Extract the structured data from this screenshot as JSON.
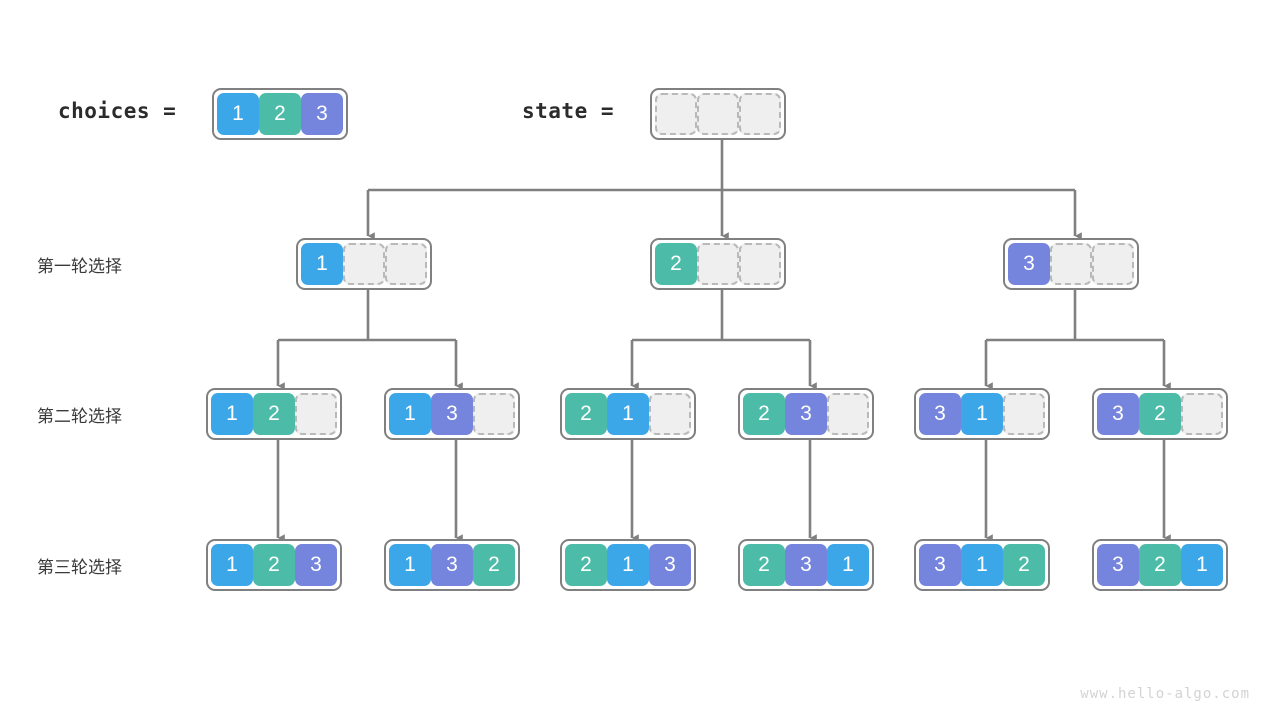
{
  "diagram": {
    "title_choices_label": "choices =",
    "title_state_label": "state =",
    "watermark": "www.hello-algo.com",
    "colors": {
      "value_1": "#3ca7e8",
      "value_2": "#4cbca8",
      "value_3": "#7584dc",
      "empty_cell_fill": "#efefef",
      "empty_cell_border": "#b9b9b9",
      "container_border": "#808080",
      "connector": "#808080",
      "background": "#ffffff",
      "text": "#3a3a3a",
      "watermark": "#d3d3d3"
    },
    "row_labels": [
      "第一轮选择",
      "第二轮选择",
      "第三轮选择"
    ],
    "choices": {
      "label": "choices =",
      "cells": [
        "1",
        "2",
        "3"
      ]
    },
    "state": {
      "label": "state =",
      "cells": [
        "",
        "",
        ""
      ]
    },
    "level1": [
      {
        "cells": [
          "1",
          "",
          ""
        ]
      },
      {
        "cells": [
          "2",
          "",
          ""
        ]
      },
      {
        "cells": [
          "3",
          "",
          ""
        ]
      }
    ],
    "level2": [
      {
        "cells": [
          "1",
          "2",
          ""
        ]
      },
      {
        "cells": [
          "1",
          "3",
          ""
        ]
      },
      {
        "cells": [
          "2",
          "1",
          ""
        ]
      },
      {
        "cells": [
          "2",
          "3",
          ""
        ]
      },
      {
        "cells": [
          "3",
          "1",
          ""
        ]
      },
      {
        "cells": [
          "3",
          "2",
          ""
        ]
      }
    ],
    "level3": [
      {
        "cells": [
          "1",
          "2",
          "3"
        ]
      },
      {
        "cells": [
          "1",
          "3",
          "2"
        ]
      },
      {
        "cells": [
          "2",
          "1",
          "3"
        ]
      },
      {
        "cells": [
          "2",
          "3",
          "1"
        ]
      },
      {
        "cells": [
          "3",
          "1",
          "2"
        ]
      },
      {
        "cells": [
          "3",
          "2",
          "1"
        ]
      }
    ]
  }
}
